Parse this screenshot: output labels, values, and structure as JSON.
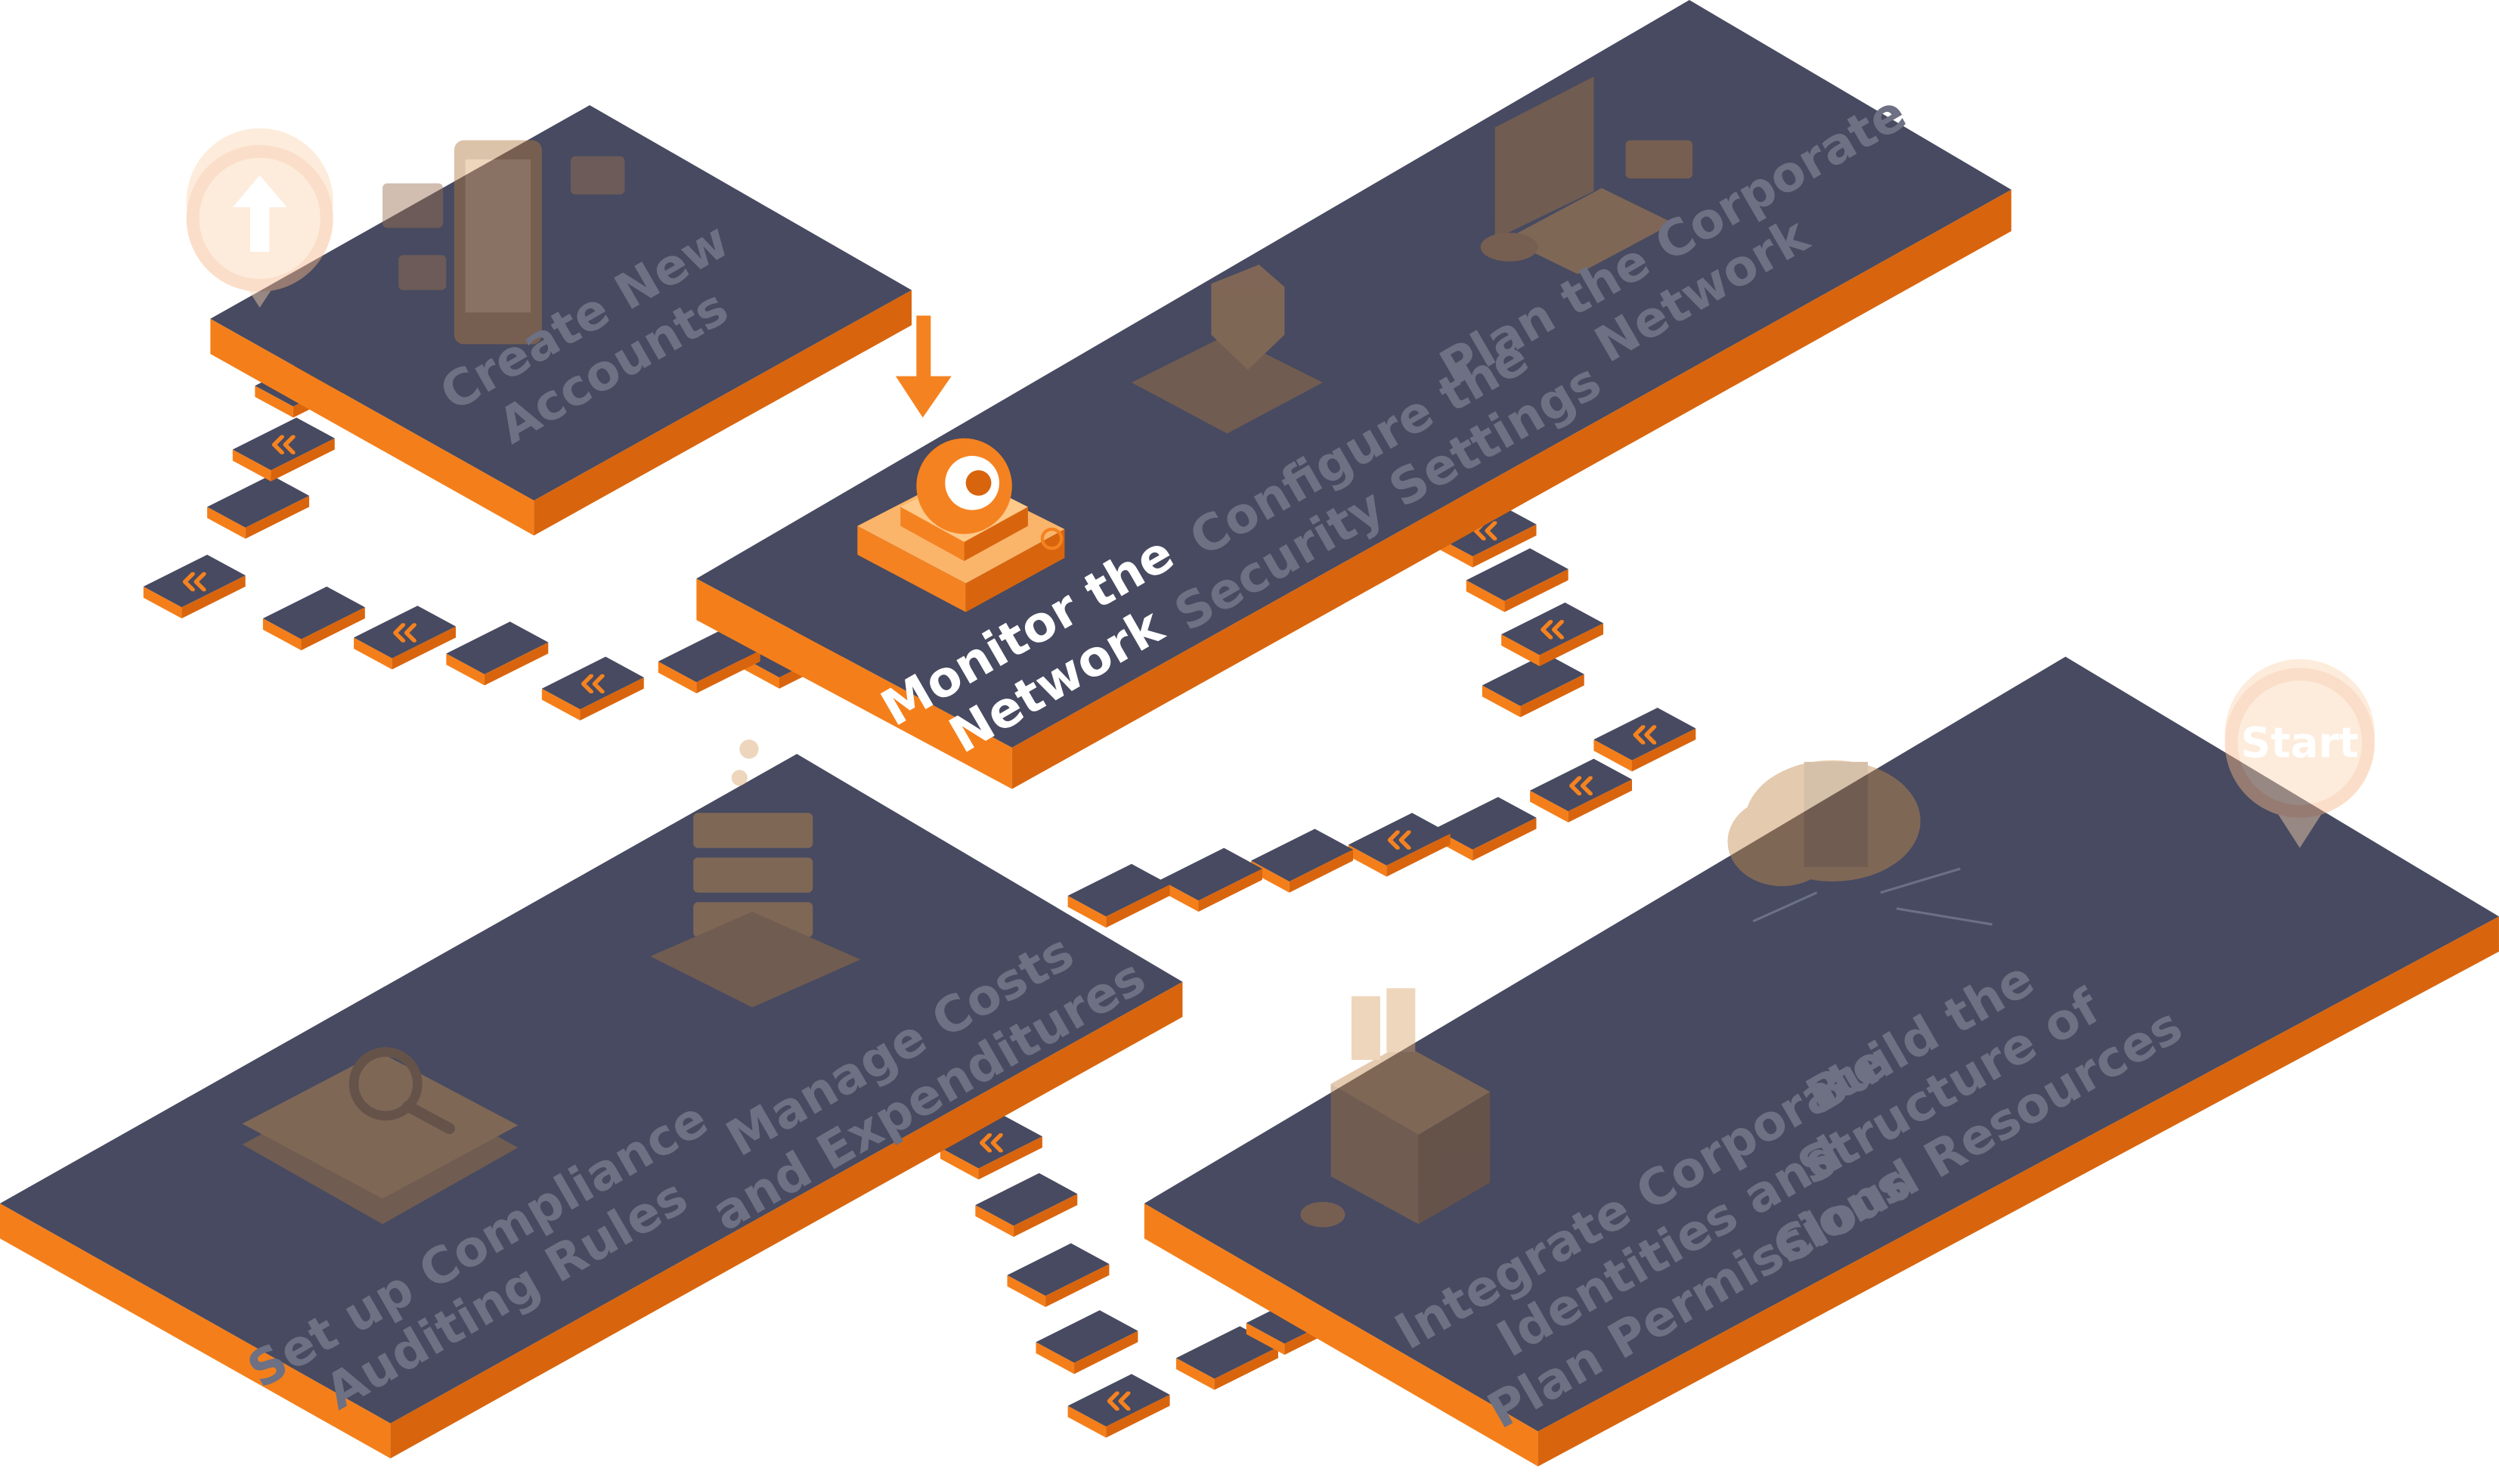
{
  "colors": {
    "platform_top": "#474a60",
    "platform_edge": "#f47f1a",
    "accent": "#f58220",
    "dim_icon": "#8a6a48",
    "faded_pin": "#fbd5b0"
  },
  "icons": {
    "start_pin": "map-pin-icon",
    "up_pin": "arrow-up-icon",
    "current_marker": "arrow-down-icon",
    "chevron": "double-chevron-left-icon"
  },
  "start_label": "Start",
  "steps": [
    {
      "id": "build-structure",
      "lines": [
        "Build the",
        "Structure of",
        "Cloud Resources"
      ],
      "icon": "cloud-server-icon",
      "active": false
    },
    {
      "id": "integrate-identities",
      "lines": [
        "Integrate Corporate",
        "Identities and",
        "Plan Permissions"
      ],
      "icon": "id-box-icon",
      "active": false
    },
    {
      "id": "plan-network",
      "lines": [
        "Plan the Corporate",
        "Network"
      ],
      "icon": "laptop-icon",
      "active": false
    },
    {
      "id": "configure-security",
      "lines": [
        "Configure the",
        "Security Settings"
      ],
      "icon": "shield-icon",
      "active": false
    },
    {
      "id": "monitor-network",
      "lines": [
        "Monitor the",
        "Network"
      ],
      "icon": "camera-icon",
      "active": true
    },
    {
      "id": "create-accounts",
      "lines": [
        "Create New",
        "Accounts"
      ],
      "icon": "phone-icon",
      "active": false
    },
    {
      "id": "manage-costs",
      "lines": [
        "Manage Costs",
        "and Expenditures"
      ],
      "icon": "server-stack-icon",
      "active": false
    },
    {
      "id": "setup-compliance",
      "lines": [
        "Set up Compliance",
        "Auditing Rules"
      ],
      "icon": "document-search-icon",
      "active": false
    }
  ]
}
